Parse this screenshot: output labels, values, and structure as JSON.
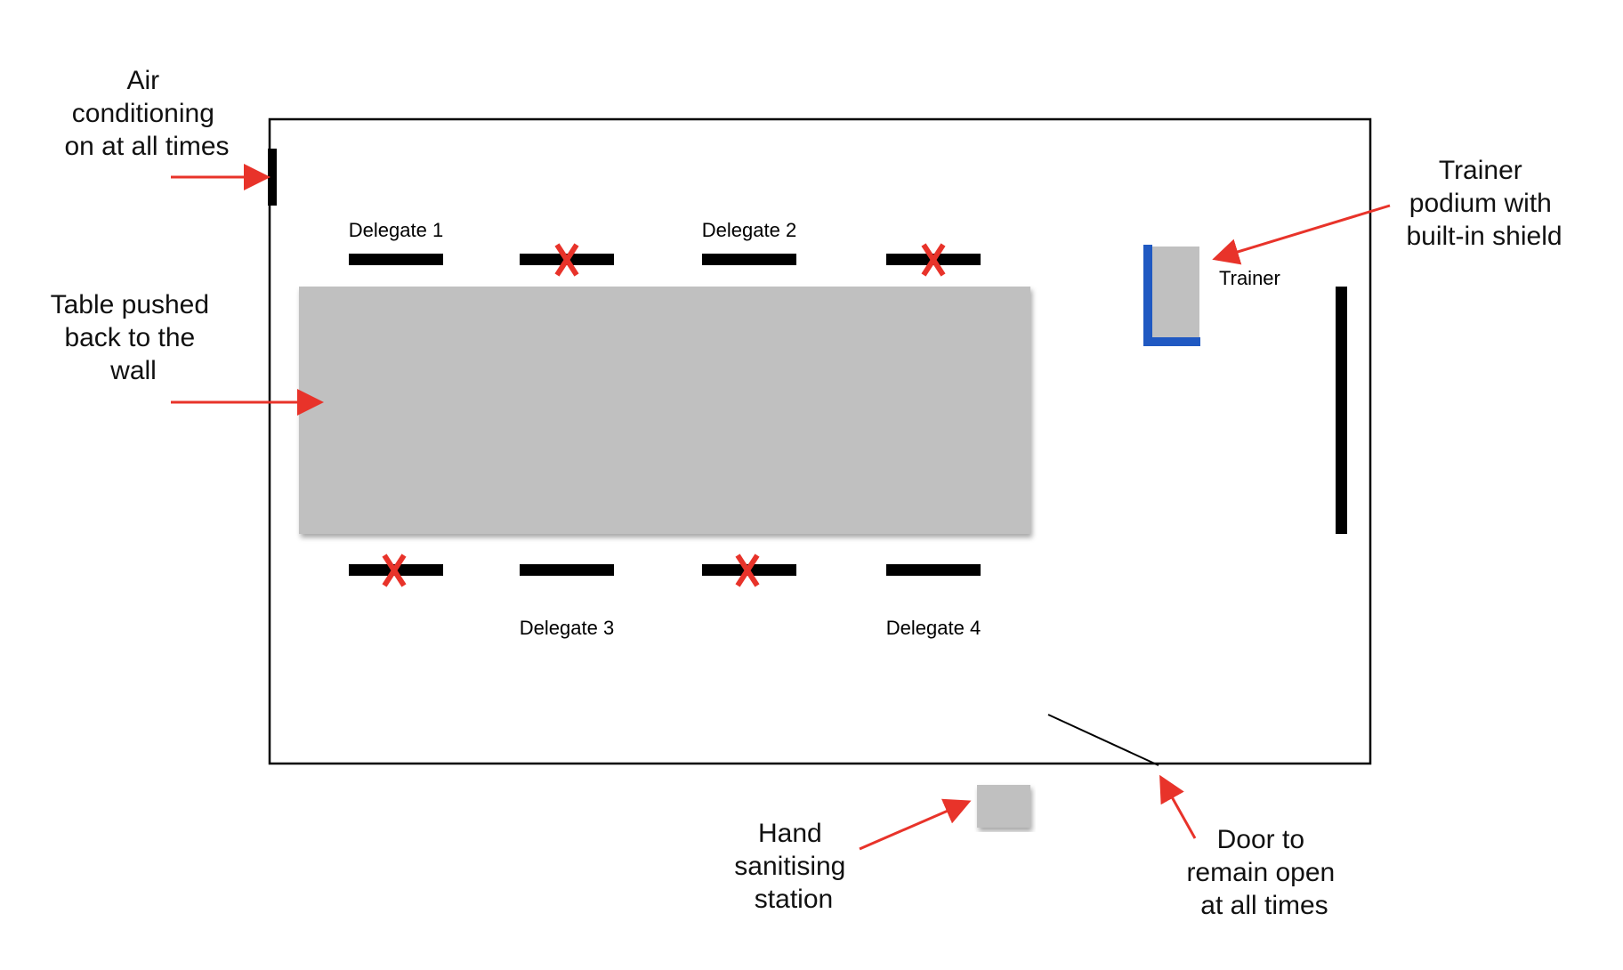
{
  "colors": {
    "arrow": "#e8332a",
    "cross": "#e8332a",
    "furniture": "#c0c0c0",
    "chair": "#000000",
    "wall": "#000000",
    "shield": "#2059c2"
  },
  "annotations": {
    "air_conditioning": [
      "Air",
      "conditioning",
      "on at all times"
    ],
    "table": [
      "Table pushed",
      "back to the",
      "wall"
    ],
    "podium": [
      "Trainer",
      "podium with",
      "built-in shield"
    ],
    "hand_station": [
      "Hand",
      "sanitising",
      "station"
    ],
    "door": [
      "Door to",
      "remain open",
      "at all times"
    ]
  },
  "labels": {
    "delegate_1": "Delegate 1",
    "delegate_2": "Delegate 2",
    "delegate_3": "Delegate 3",
    "delegate_4": "Delegate 4",
    "trainer": "Trainer"
  },
  "icons": {
    "seat_removed": "red-x-icon",
    "arrow": "red-arrow-icon"
  }
}
